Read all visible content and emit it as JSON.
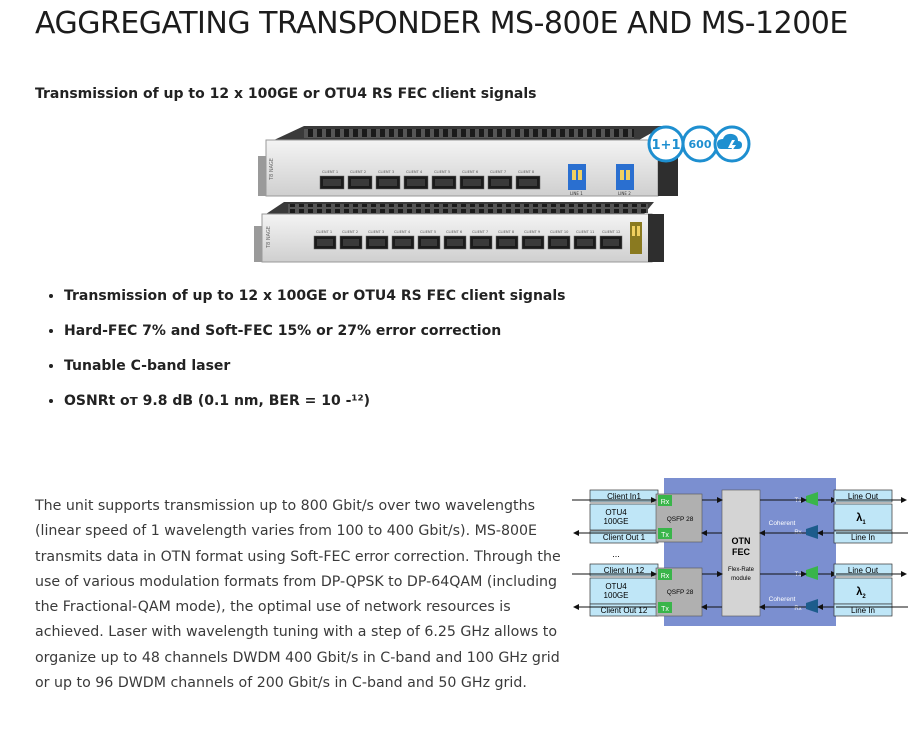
{
  "page": {
    "title": "AGGREGATING TRANSPONDER MS-800E AND MS-1200E",
    "subtitle": "Transmission of up to 12 x 100GE or OTU4 RS FEC client signals"
  },
  "hardware": {
    "badges": {
      "protection": "1+1",
      "rate": "600"
    },
    "module_top": {
      "brand": "T8 NAGE",
      "client_ports": [
        "CLIENT 1",
        "CLIENT 2",
        "CLIENT 3",
        "CLIENT 4",
        "CLIENT 5",
        "CLIENT 6",
        "CLIENT 7",
        "CLIENT 8"
      ],
      "line_ports": [
        "LINE 1",
        "LINE 2"
      ]
    },
    "module_bottom": {
      "brand": "T8 NAGE",
      "client_ports": [
        "CLIENT 1",
        "CLIENT 2",
        "CLIENT 3",
        "CLIENT 4",
        "CLIENT 5",
        "CLIENT 6",
        "CLIENT 7",
        "CLIENT 8",
        "CLIENT 9",
        "CLIENT 10",
        "CLIENT 11",
        "CLIENT 12"
      ]
    }
  },
  "features": [
    "Transmission of up to 12 x 100GE or OTU4 RS FEC client signals",
    "Hard-FEC 7% and Soft-FEC 15% or 27% error correction",
    "Tunable C-band laser",
    "OSNRt от 9.8 dB (0.1 nm, BER = 10 -¹²)"
  ],
  "description": "The unit supports transmission up to 800 Gbit/s over two wavelengths (linear speed of 1 wavelength varies from 100 to 400 Gbit/s). MS-800E transmits data in OTN format using Soft-FEC error correction. Through the use of various modulation formats from DP-QPSK to DP-64QAM (including the Fractional-QAM mode), the optimal use of network resources is achieved. Laser with wavelength tuning with a step of 6.25 GHz allows to organize up to 48 channels DWDM 400 Gbit/s in C-band and 100 GHz grid or up to 96 DWDM channels of 200 Gbit/s in C-band and 50 GHz grid.",
  "diagram": {
    "client_top": {
      "in": "Client In1",
      "type_a": "OTU4",
      "type_b": "100GE",
      "out": "Client Out 1"
    },
    "ellipsis": "...",
    "client_bottom": {
      "in": "Client In 12",
      "type_a": "OTU4",
      "type_b": "100GE",
      "out": "Client Out 12"
    },
    "rx": "Rx",
    "tx": "Tx",
    "qsfp": "QSFP 28",
    "fec_a": "OTN",
    "fec_b": "FEC",
    "fec_sub_a": "Flex-Rate",
    "fec_sub_b": "module",
    "coherent": "Coherent",
    "rx_small": "Rx",
    "tx_small": "Tx",
    "line_top": {
      "out": "Line Out",
      "lambda": "λ",
      "sub": "1",
      "in": "Line In"
    },
    "line_bottom": {
      "out": "Line Out",
      "lambda": "λ",
      "sub": "2",
      "in": "Line In"
    }
  },
  "colors": {
    "diagram_panel": "#7b8fd0",
    "client_box": "#bfe6f7",
    "qsfp_box": "#b0b0b0",
    "port_green": "#39b54a",
    "badge_blue": "#1e8fd0"
  }
}
